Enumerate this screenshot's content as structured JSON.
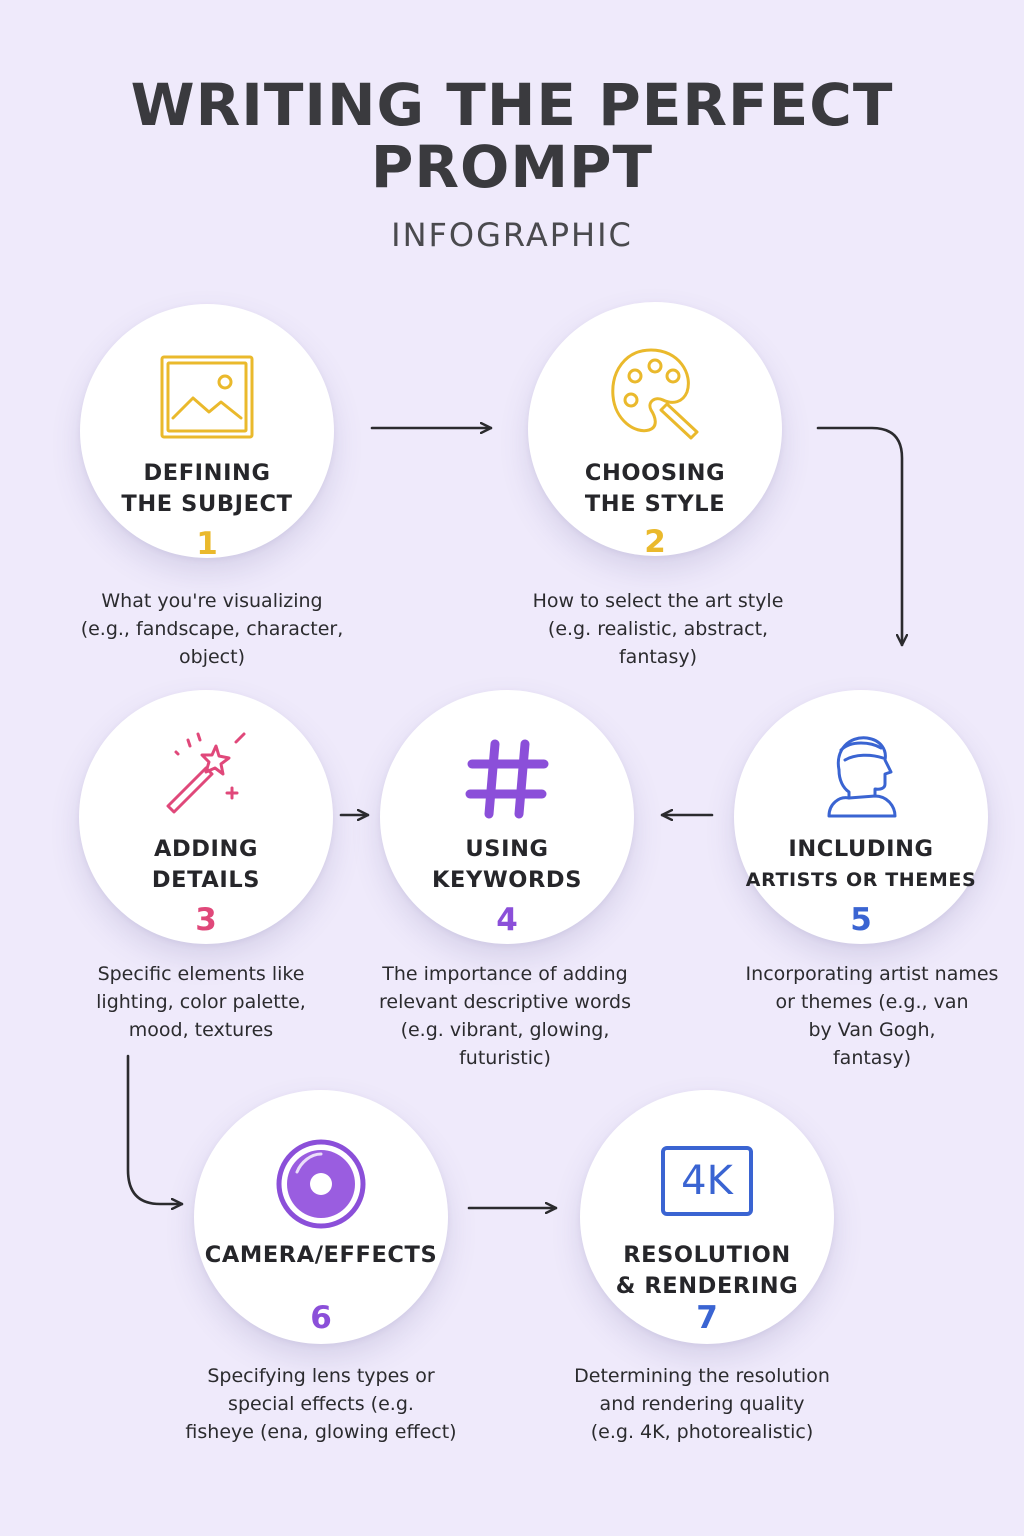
{
  "header": {
    "title_line1": "WRITING THE PERFECT",
    "title_line2": "PROMPT",
    "subtitle": "INFOGRAPHIC"
  },
  "colors": {
    "background": "#EFEAFB",
    "step1": "#EAB92C",
    "step2": "#EAB92C",
    "step3": "#E0487A",
    "step4": "#8B4FD9",
    "step5": "#3A64D2",
    "step6": "#8B4FD9",
    "step7": "#3A64D2",
    "arrow": "#2B2B2E"
  },
  "steps": [
    {
      "icon": "image-icon",
      "title_line1": "DEFINING",
      "title_line2": "THE SUBJECT",
      "number": "1",
      "desc": [
        "What you're visualizing",
        "(e.g., fandscape, character,",
        "object)"
      ]
    },
    {
      "icon": "palette-icon",
      "title_line1": "CHOOSING",
      "title_line2": "THE STYLE",
      "number": "2",
      "desc": [
        "How to select the art style",
        "(e.g. realistic, abstract,",
        "fantasy)"
      ]
    },
    {
      "icon": "magic-wand-icon",
      "title_line1": "ADDING",
      "title_line2": "DETAILS",
      "number": "3",
      "desc": [
        "Specific elements like",
        "lighting, color palette,",
        "mood, textures"
      ]
    },
    {
      "icon": "hashtag-icon",
      "title_line1": "USING",
      "title_line2": "KEYWORDS",
      "number": "4",
      "desc": [
        "The importance of adding",
        "relevant descriptive words",
        "(e.g. vibrant, glowing,",
        "futuristic)"
      ]
    },
    {
      "icon": "bust-statue-icon",
      "title_line1": "INCLUDING",
      "title_line2": "ARTISTS OR THEMES",
      "number": "5",
      "desc": [
        "Incorporating artist names",
        "or themes (e.g., van",
        "by Van Gogh,",
        "fantasy)"
      ]
    },
    {
      "icon": "camera-lens-icon",
      "title_line1": "CAMERA/EFFECTS",
      "number": "6",
      "desc": [
        "Specifying lens types or",
        "special effects (e.g.",
        "fisheye (ena, glowing effect)"
      ]
    },
    {
      "icon": "4k-icon",
      "icon_text": "4K",
      "title_line1": "RESOLUTION",
      "title_line2": "& RENDERING",
      "number": "7",
      "desc": [
        "Determining the resolution",
        "and rendering quality",
        "(e.g. 4K, photorealistic)"
      ]
    }
  ]
}
